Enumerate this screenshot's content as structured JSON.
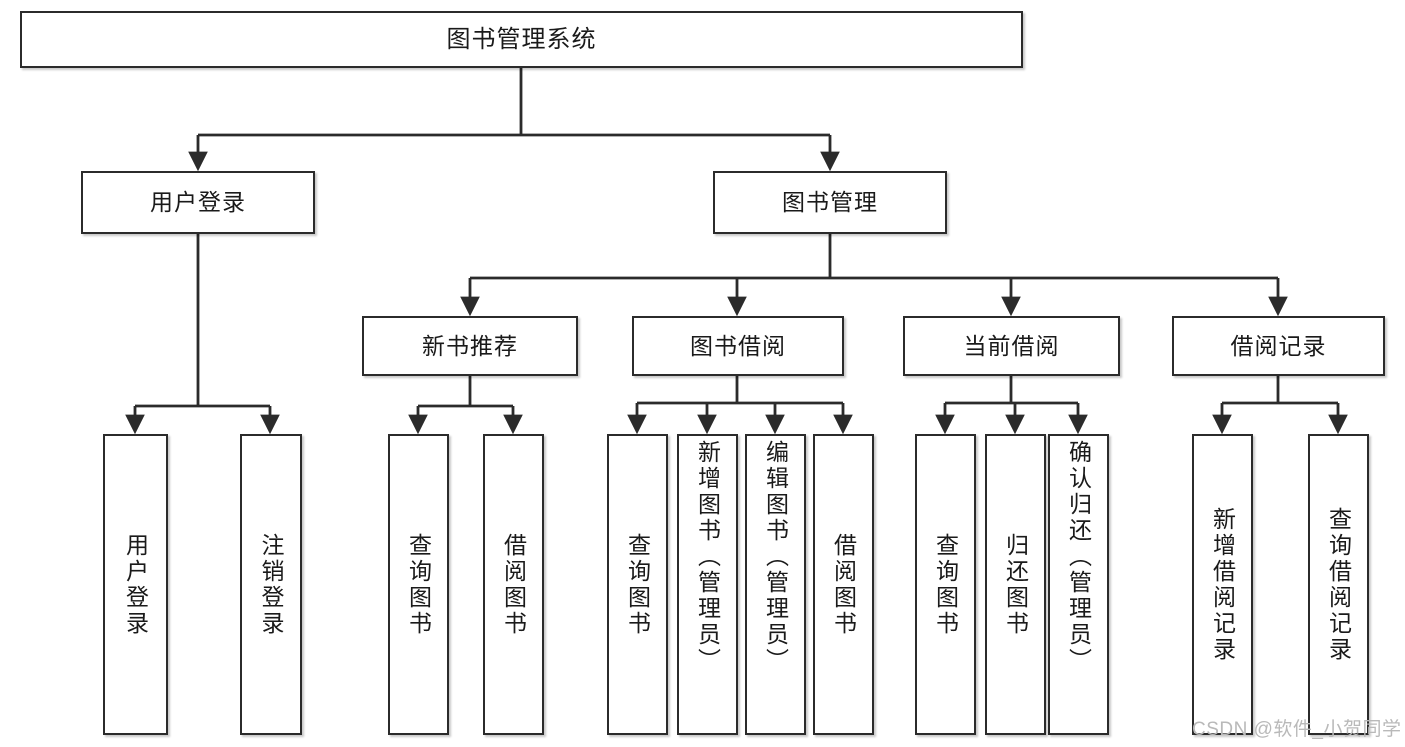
{
  "diagram": {
    "title": "图书管理系统",
    "watermark": "CSDN @软件_小贺同学",
    "stroke_color": "#2b2b2b",
    "fill_color": "#ffffff",
    "text_color": "#1a1a1a",
    "watermark_color": "#b9b9b9",
    "type": "tree",
    "levels": 4
  },
  "nodes": {
    "root": {
      "label": "图书管理系统",
      "level": 0
    },
    "level1": [
      {
        "id": "user-login",
        "label": "用户登录"
      },
      {
        "id": "book-manage",
        "label": "图书管理"
      }
    ],
    "level2": [
      {
        "id": "new-book-recommend",
        "label": "新书推荐",
        "parent": "book-manage"
      },
      {
        "id": "book-borrow",
        "label": "图书借阅",
        "parent": "book-manage"
      },
      {
        "id": "current-borrow",
        "label": "当前借阅",
        "parent": "book-manage"
      },
      {
        "id": "borrow-record",
        "label": "借阅记录",
        "parent": "book-manage"
      }
    ],
    "leaves": [
      {
        "id": "leaf-user-login",
        "label": "用户登录",
        "parent": "user-login"
      },
      {
        "id": "leaf-user-logout",
        "label": "注销登录",
        "parent": "user-login"
      },
      {
        "id": "leaf-query-book-1",
        "label": "查询图书",
        "parent": "new-book-recommend"
      },
      {
        "id": "leaf-borrow-book-1",
        "label": "借阅图书",
        "parent": "new-book-recommend"
      },
      {
        "id": "leaf-query-book-2",
        "label": "查询图书",
        "parent": "book-borrow"
      },
      {
        "id": "leaf-add-book",
        "label": "新增图书（管理员）",
        "parent": "book-borrow"
      },
      {
        "id": "leaf-edit-book",
        "label": "编辑图书（管理员）",
        "parent": "book-borrow"
      },
      {
        "id": "leaf-borrow-book-2",
        "label": "借阅图书",
        "parent": "book-borrow"
      },
      {
        "id": "leaf-query-book-3",
        "label": "查询图书",
        "parent": "current-borrow"
      },
      {
        "id": "leaf-return-book",
        "label": "归还图书",
        "parent": "current-borrow"
      },
      {
        "id": "leaf-confirm-return",
        "label": "确认归还（管理员）",
        "parent": "current-borrow"
      },
      {
        "id": "leaf-add-record",
        "label": "新增借阅记录",
        "parent": "borrow-record"
      },
      {
        "id": "leaf-query-record",
        "label": "查询借阅记录",
        "parent": "borrow-record"
      }
    ]
  }
}
